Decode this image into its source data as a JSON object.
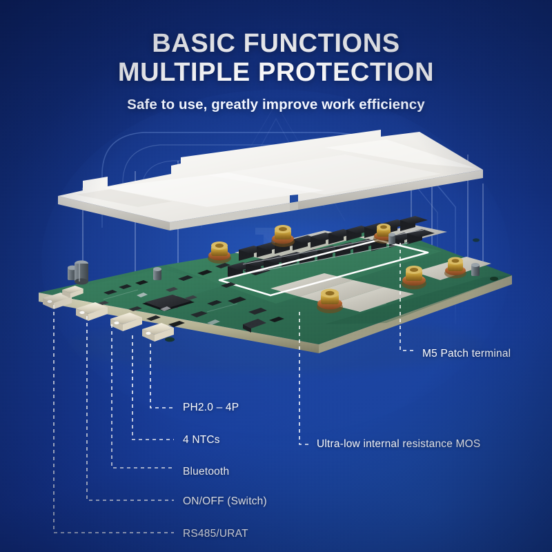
{
  "heading": {
    "line1": "BASIC FUNCTIONS",
    "line2": "MULTIPLE PROTECTION",
    "subtitle": "Safe to use, greatly improve work efficiency"
  },
  "colors": {
    "background_dark": "#0e2569",
    "background_mid": "#143383",
    "background_light": "#1b4aa0",
    "text": "#ffffff",
    "callout_line": "#ffffff",
    "pcb_green": "#2e6b52",
    "pcb_green_light": "#3d8c63",
    "heatsink": "#f2f1ee",
    "heatsink_edge": "#c9c7c1",
    "mosfet_black": "#23252a",
    "terminal_brass": "#b8902f",
    "terminal_copper": "#a4572c",
    "nickel_strip": "#cfcdc4",
    "connector_ivory": "#e8e2d2",
    "highlight_outline": "#ffffff"
  },
  "callouts": {
    "left": [
      {
        "id": "ph20-4p",
        "label": "PH2.0 – 4P"
      },
      {
        "id": "ntc",
        "label": "4 NTCs"
      },
      {
        "id": "bluetooth",
        "label": "Bluetooth"
      },
      {
        "id": "onoff",
        "label": "ON/OFF (Switch)"
      },
      {
        "id": "rs485",
        "label": "RS485/URAT"
      }
    ],
    "right": [
      {
        "id": "m5-terminal",
        "label": "M5 Patch terminal"
      },
      {
        "id": "mos",
        "label": "Ultra-low internal resistance MOS"
      }
    ]
  },
  "product": {
    "heatsink_name": "aluminum-heatsink-plate",
    "board_name": "bms-pcb-board",
    "mosfet_rows": 2,
    "mosfets_per_row": 12,
    "m5_terminals": 6,
    "connectors": 5
  }
}
